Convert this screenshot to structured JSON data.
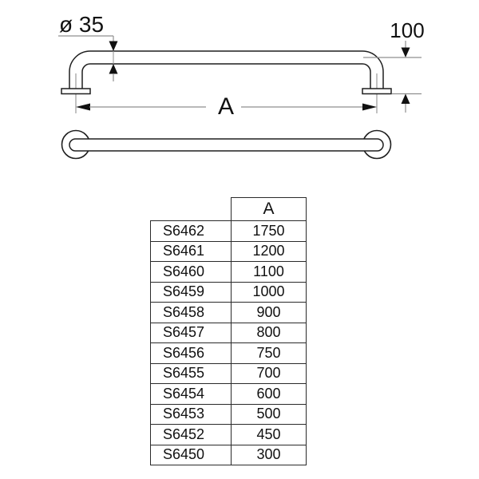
{
  "drawing": {
    "diameter_label": "ø 35",
    "offset_label": "100",
    "length_label": "A"
  },
  "table": {
    "header_label": "A",
    "rows": [
      {
        "code": "S6462",
        "value": "1750"
      },
      {
        "code": "S6461",
        "value": "1200"
      },
      {
        "code": "S6460",
        "value": "1100"
      },
      {
        "code": "S6459",
        "value": "1000"
      },
      {
        "code": "S6458",
        "value": "900"
      },
      {
        "code": "S6457",
        "value": "800"
      },
      {
        "code": "S6456",
        "value": "750"
      },
      {
        "code": "S6455",
        "value": "700"
      },
      {
        "code": "S6454",
        "value": "600"
      },
      {
        "code": "S6453",
        "value": "500"
      },
      {
        "code": "S6452",
        "value": "450"
      },
      {
        "code": "S6450",
        "value": "300"
      }
    ]
  },
  "colors": {
    "outline": "#1f1f1f",
    "dim_line": "#8f8f8f",
    "arrow": "#111111",
    "background": "#ffffff"
  }
}
